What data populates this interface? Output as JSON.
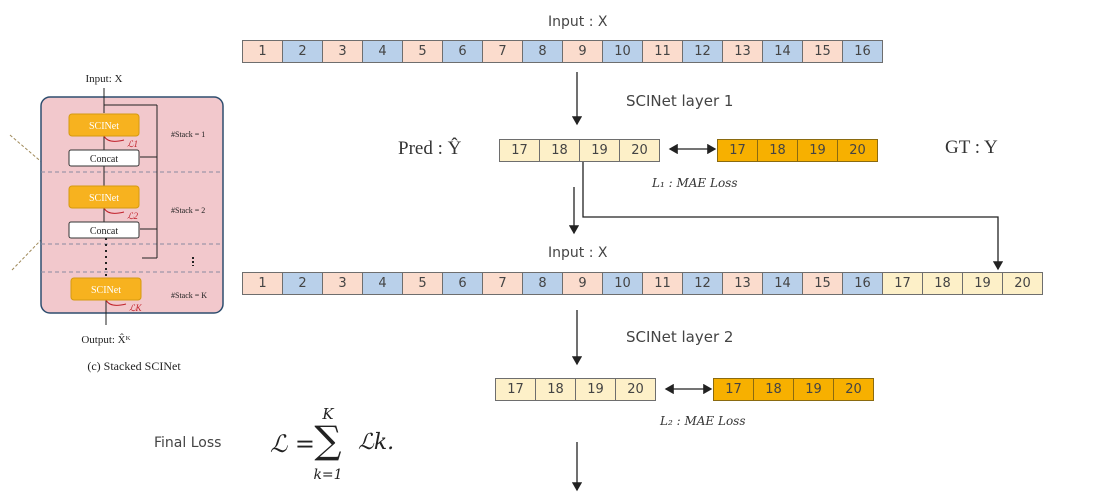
{
  "colors": {
    "odd": "#fbdccd",
    "even": "#b9d0ea",
    "pred": "#fdf0c8",
    "gt": "#f7b000",
    "stack_bg": "#f2c8cc"
  },
  "left_figure": {
    "input_label": "Input: X",
    "scinet_label": "SCINet",
    "concat_label": "Concat",
    "loss_1": "ℒ1",
    "loss_2": "ℒ2",
    "loss_k": "ℒK",
    "stack_1": "#Stack = 1",
    "stack_2": "#Stack = 2",
    "stack_k": "#Stack = K",
    "output_label": "Output: X̂ᴷ",
    "caption": "(c) Stacked SCINet"
  },
  "top": {
    "input_label": "Input : X",
    "input_cells": [
      1,
      2,
      3,
      4,
      5,
      6,
      7,
      8,
      9,
      10,
      11,
      12,
      13,
      14,
      15,
      16
    ],
    "layer1_label": "SCINet layer 1",
    "pred_label": "Pred :  Ŷ",
    "pred_cells": [
      17,
      18,
      19,
      20
    ],
    "gt_cells": [
      17,
      18,
      19,
      20
    ],
    "gt_label": "GT : Y",
    "loss1_label": "L₁ : MAE Loss"
  },
  "middle": {
    "input_label": "Input : X",
    "input_cells": [
      1,
      2,
      3,
      4,
      5,
      6,
      7,
      8,
      9,
      10,
      11,
      12,
      13,
      14,
      15,
      16
    ],
    "appended_cells": [
      17,
      18,
      19,
      20
    ],
    "layer2_label": "SCINet layer 2",
    "pred_cells": [
      17,
      18,
      19,
      20
    ],
    "gt_cells": [
      17,
      18,
      19,
      20
    ],
    "loss2_label": "L₂ : MAE Loss"
  },
  "final": {
    "label": "Final Loss",
    "formula_lhs": "ℒ =",
    "sum_symbol": "∑",
    "upper": "K",
    "lower": "k=1",
    "term": "ℒk."
  }
}
